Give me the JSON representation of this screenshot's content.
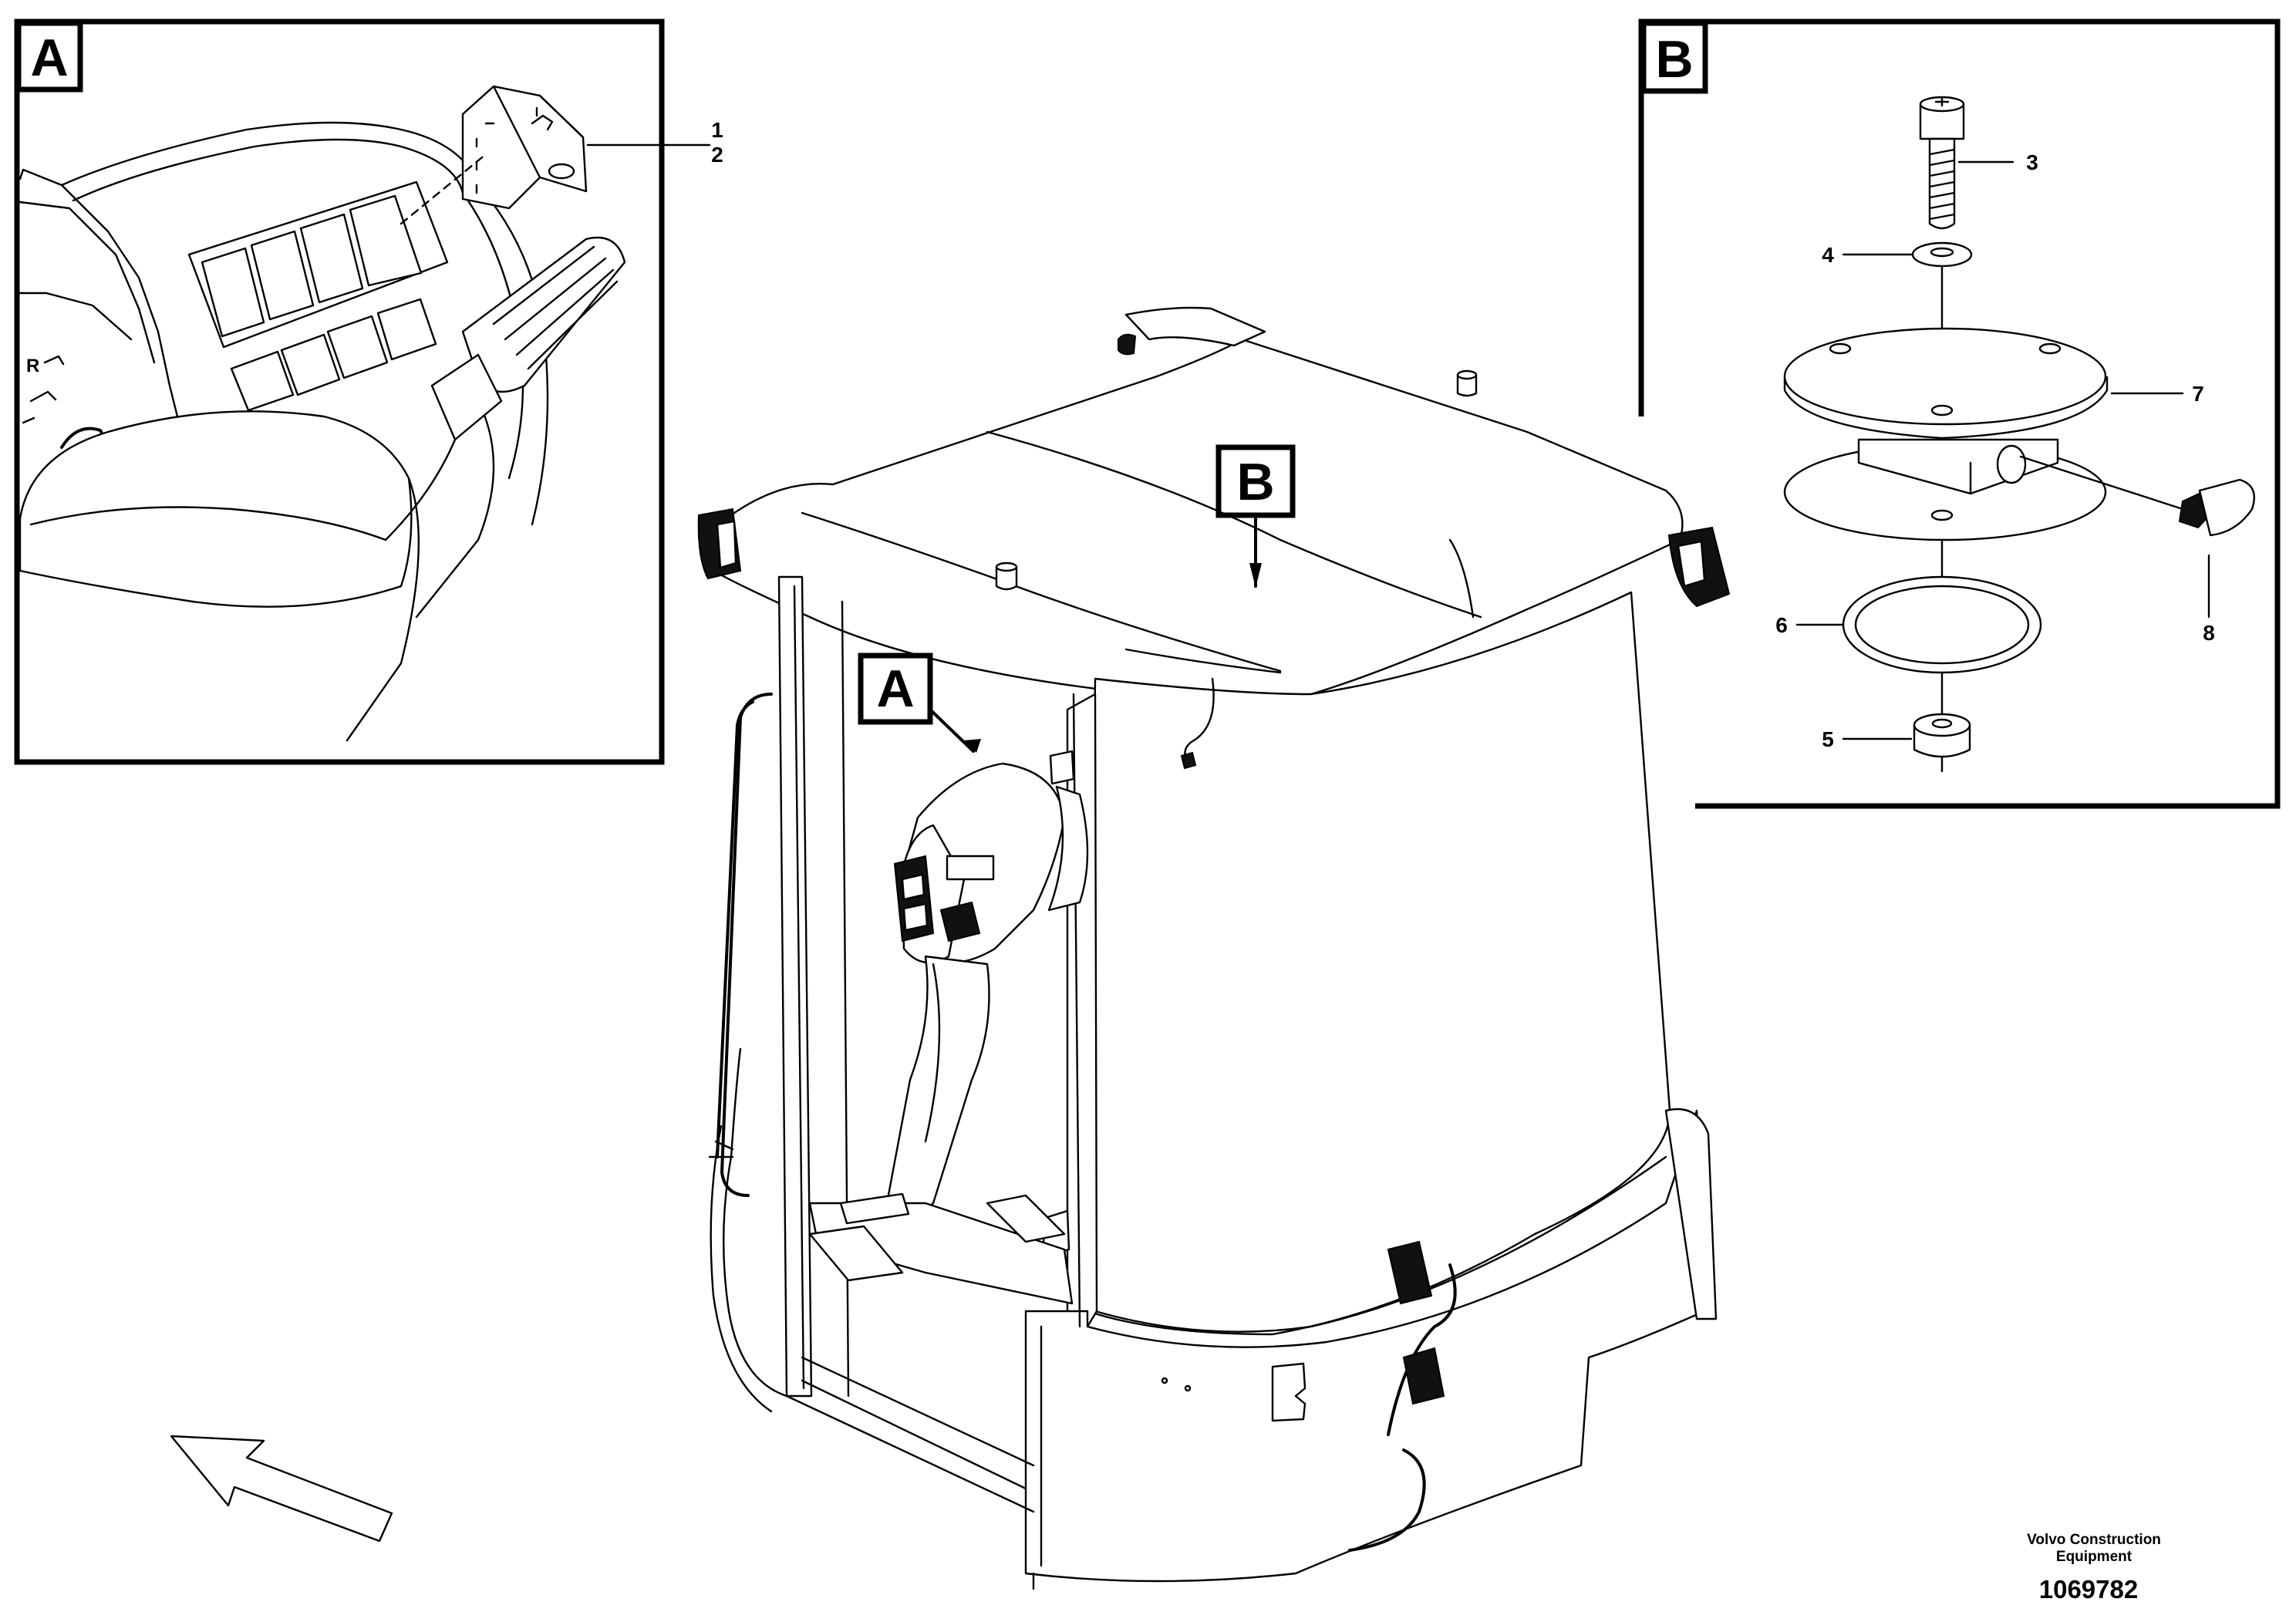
{
  "views": {
    "detail_a": "A",
    "detail_b": "B",
    "callout_a": "A",
    "callout_b": "B"
  },
  "parts": {
    "p1": "1",
    "p2": "2",
    "p3": "3",
    "p4": "4",
    "p5": "5",
    "p6": "6",
    "p7": "7",
    "p8": "8"
  },
  "footer": {
    "company_line1": "Volvo Construction",
    "company_line2": "Equipment",
    "drawing_number": "1069782"
  }
}
